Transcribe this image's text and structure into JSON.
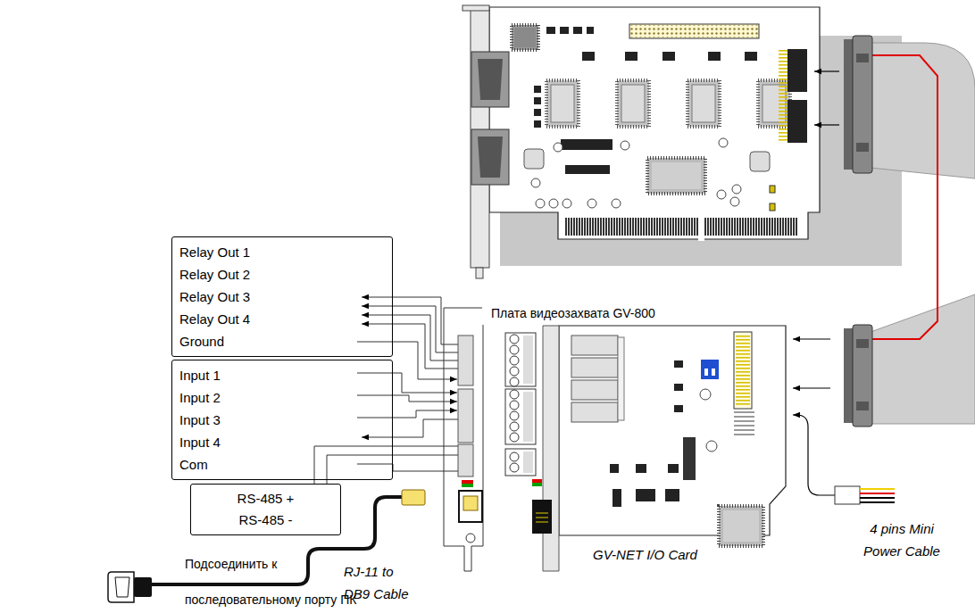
{
  "diagram": {
    "nodes": [
      {
        "text": [
          "Relay Out 1",
          "Relay Out 2",
          "Relay Out 3",
          "Relay Out 4",
          "Ground"
        ]
      },
      {
        "text": [
          "Input 1",
          "Input 2",
          "Input 3",
          "Input 4",
          "Com"
        ]
      },
      {
        "text": [
          "RS-485 +",
          "RS-485 -"
        ]
      }
    ],
    "labels": [
      "Плата видеозахвата GV-800",
      "GV-NET I/O Card",
      "4 pins Mini Power Cable",
      "RJ-11 to DB9 Cable",
      "Подсоединить к последовательному порту ПК"
    ]
  }
}
